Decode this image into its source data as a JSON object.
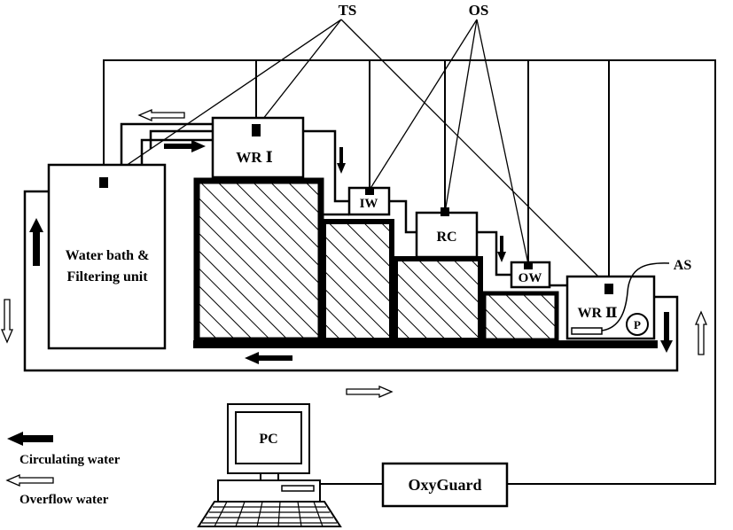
{
  "labels": {
    "ts": "TS",
    "os": "OS",
    "as": "AS",
    "wr1": "WR Ⅰ",
    "wr2": "WR Ⅱ",
    "iw": "IW",
    "rc": "RC",
    "ow": "OW",
    "pump": "P",
    "water_bath_line1": "Water bath &",
    "water_bath_line2": "Filtering unit",
    "pc": "PC",
    "oxyguard": "OxyGuard"
  },
  "legend": {
    "circulating": "Circulating water",
    "overflow": "Overflow water"
  }
}
